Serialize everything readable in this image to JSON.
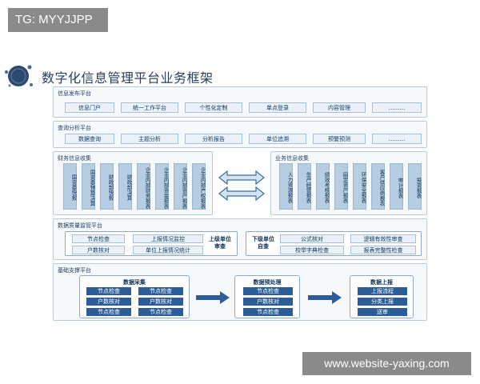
{
  "watermark_top": "TG: MYYJJPP",
  "watermark_bottom": "www.website-yaxing.com",
  "title": "数字化信息管理平台业务框架",
  "info_platform": {
    "label": "信息发布平台",
    "items": [
      "信息门户",
      "统一工作平台",
      "个性化定制",
      "单点登录",
      "内容管理",
      "………"
    ]
  },
  "query_platform": {
    "label": "查询分析平台",
    "items": [
      "数据查询",
      "主题分析",
      "分析报告",
      "单位追溯",
      "预警预测",
      "………"
    ]
  },
  "finance": {
    "label": "财务信息收集",
    "items": [
      "国资委快报",
      "国资委预算决算",
      "财政部快报",
      "财政部决算",
      "企业内部财务报表",
      "企业内部资金报表",
      "企业内部资产报表",
      "企业内部产权报表"
    ]
  },
  "business": {
    "label": "业务信息收集",
    "items": [
      "人力资源报表",
      "生产经营报表",
      "绩效考核报表",
      "固定资产报表",
      "环保安全报表",
      "客户供应商报表",
      "审计报表",
      "投资报表"
    ]
  },
  "quality": {
    "label": "数据质量监管平台",
    "upper_items": [
      "节点检查",
      "上报情况监控",
      "户数核对",
      "单位上报情况统计"
    ],
    "upper_label": "上级单位审查",
    "lower_label": "下级单位自查",
    "lower_items": [
      "公式核对",
      "逻辑有效性审查",
      "校举字典检查",
      "报表完整性检查"
    ]
  },
  "base": {
    "label": "基础支撑平台",
    "collect": {
      "title": "数据采集",
      "items": [
        "节点检查",
        "节点检查",
        "户数核对",
        "户数核对",
        "节点检查",
        "节点检查"
      ]
    },
    "preprocess": {
      "title": "数据预处理",
      "items": [
        "节点检查",
        "户数核对",
        "节点检查"
      ]
    },
    "report": {
      "title": "数据上报",
      "items": [
        "上报流程",
        "分类上报",
        "送审"
      ]
    }
  }
}
